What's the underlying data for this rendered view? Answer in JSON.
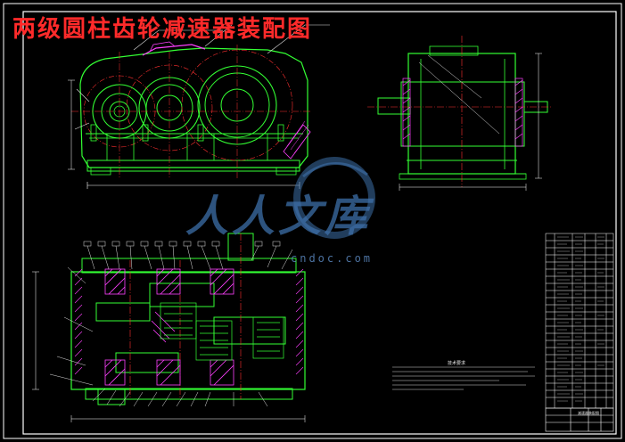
{
  "drawing": {
    "title": "两级圆柱齿轮减速器装配图",
    "watermark_text": "人人文库",
    "watermark_url": "cndoc.com",
    "tech_requirements_title": "技术要求",
    "title_block_label": "减速器装配图",
    "colors": {
      "background": "#000000",
      "frame": "#ffffff",
      "outline": "#33ff33",
      "centerline": "#ff3030",
      "hatch": "#ff40ff",
      "dimension": "#ffffff",
      "leader": "#e0e0e0",
      "watermark": "#3d6fa8"
    }
  }
}
